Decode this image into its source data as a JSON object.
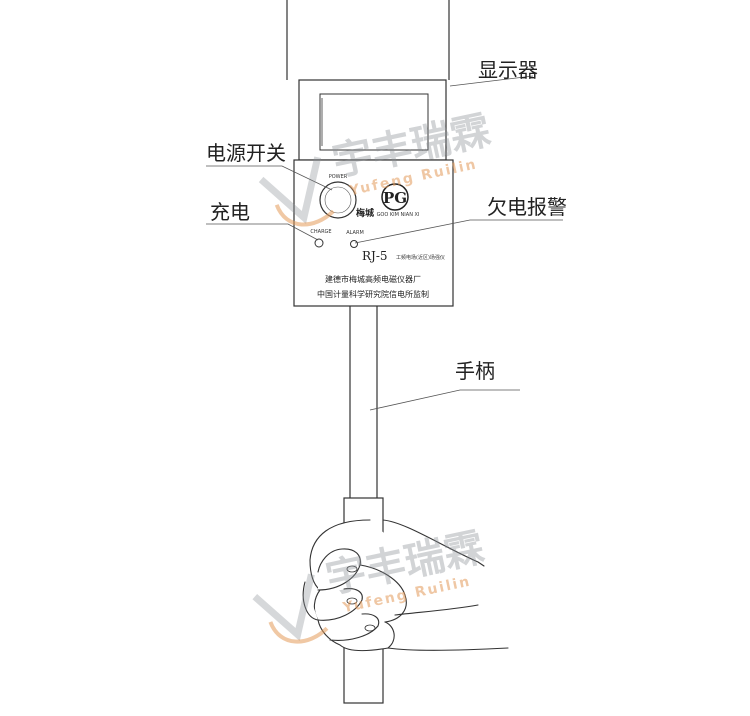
{
  "labels": {
    "display": "显示器",
    "power_switch": "电源开关",
    "charge": "充电",
    "low_battery_alarm": "欠电报警",
    "handle": "手柄"
  },
  "device": {
    "power_text": "POWER",
    "charge_text": "CHARGE",
    "alarm_text": "ALARM",
    "logo_cn": "梅城",
    "logo_mark": "PG",
    "logo_sub": "GOO KIM NIAN XI",
    "model": "RJ-5",
    "model_desc": "工频电场(近区)场强仪",
    "maker_line1": "建德市梅城高频电磁仪器厂",
    "maker_line2": "中国计量科学研究院信电所监制"
  },
  "watermark": {
    "cn": "宇丰瑞霖",
    "en": "Yufeng Ruilin"
  },
  "colors": {
    "line": "#333333",
    "watermark_gray": "#8a8f96",
    "watermark_orange": "#e39a5a"
  }
}
